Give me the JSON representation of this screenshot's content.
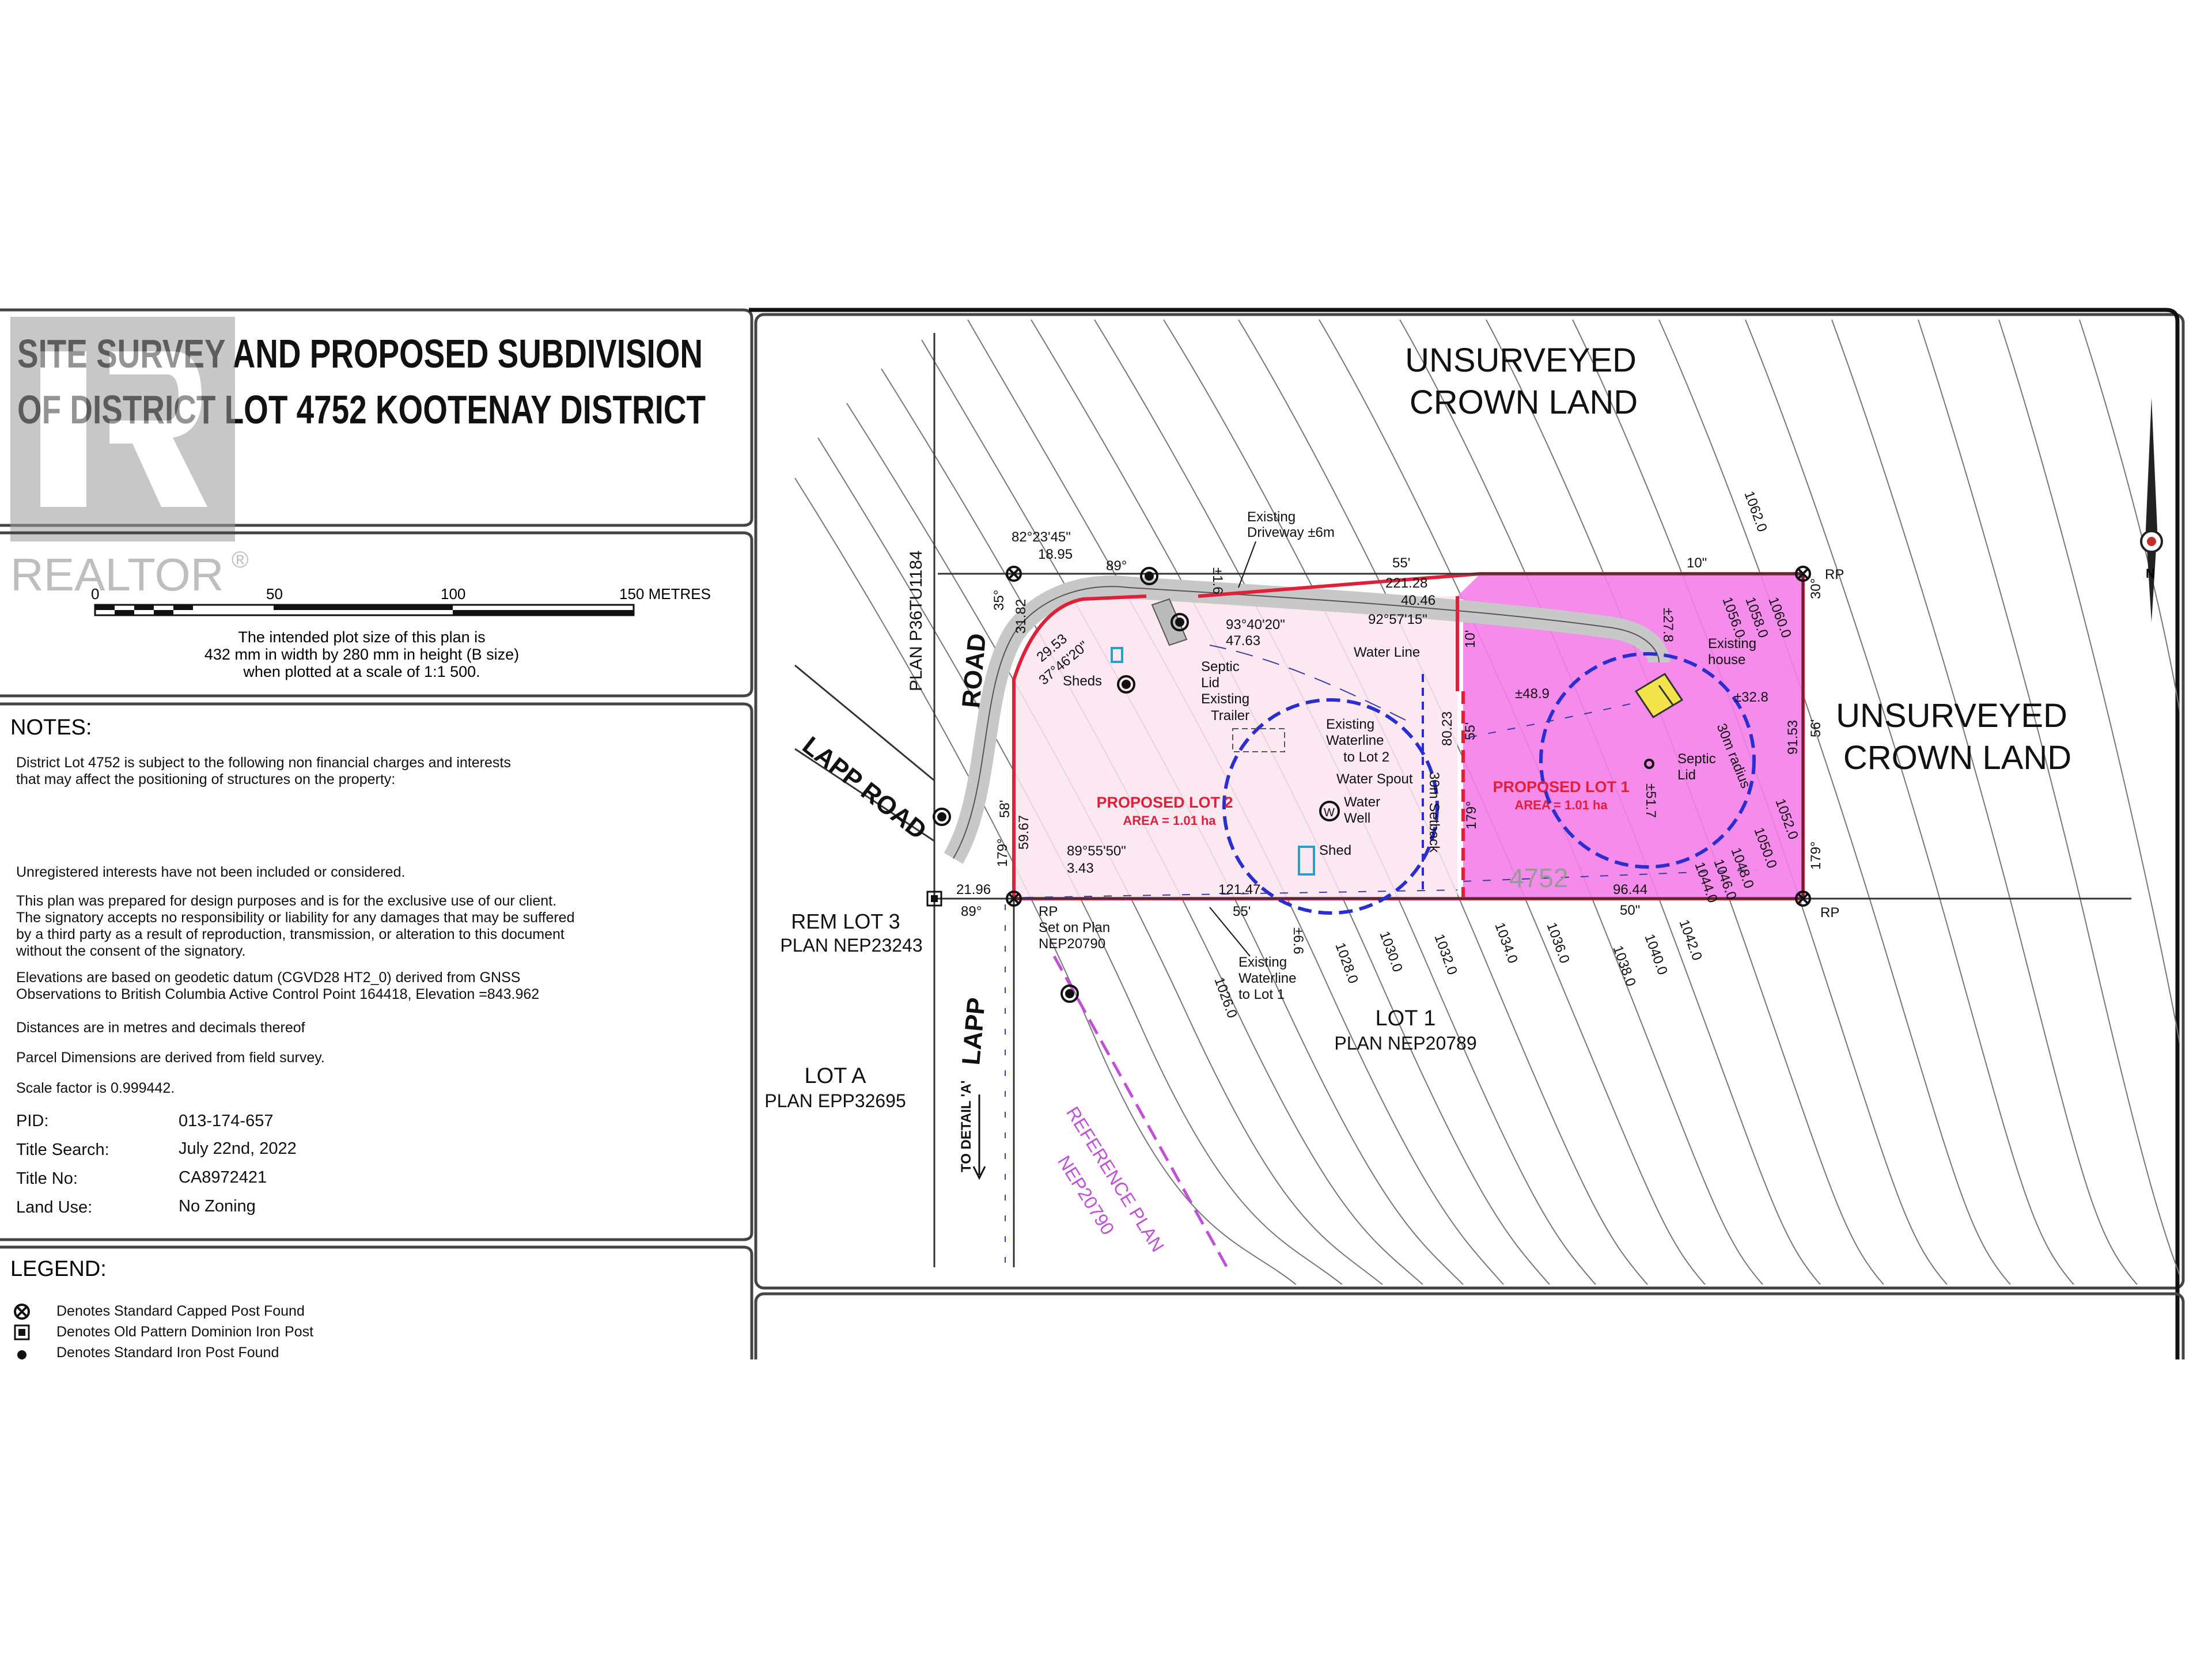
{
  "title": {
    "line1": "SITE SURVEY AND PROPOSED SUBDIVISION",
    "line2": "OF DISTRICT LOT 4752 KOOTENAY DISTRICT"
  },
  "watermark": {
    "text": "REALTOR",
    "reg": "®"
  },
  "scale_bar": {
    "ticks": [
      "0",
      "50",
      "100",
      "150 METRES"
    ],
    "plot_note_1": "The intended plot size of this plan is",
    "plot_note_2": "432 mm in width by 280 mm in height (B size)",
    "plot_note_3": "when plotted at a scale of 1:1 500."
  },
  "notes": {
    "heading": "NOTES:",
    "p1": "District Lot 4752 is subject to the following non financial charges and interests\nthat may affect the positioning of structures on the property:",
    "p2": "Unregistered interests have not been included or considered.",
    "p3": "This plan was prepared for design purposes and is for the exclusive use of our client.\nThe signatory accepts no responsibility or liability for any damages that may be suffered\nby a third party as a result of reproduction, transmission, or alteration to this document\nwithout the consent of the signatory.",
    "p4": "Elevations are based on geodetic datum (CGVD28 HT2_0) derived from GNSS\nObservations to British Columbia Active Control Point 164418, Elevation =843.962",
    "p5": "Distances are in metres and decimals thereof",
    "p6": "Parcel Dimensions are derived from field survey.",
    "p7": "Scale factor is 0.999442.",
    "pid_label": "PID:",
    "pid_value": "013-174-657",
    "search_label": "Title Search:",
    "search_value": "July 22nd, 2022",
    "title_no_label": "Title No:",
    "title_no_value": "CA8972421",
    "land_use_label": "Land Use:",
    "land_use_value": "No Zoning"
  },
  "legend": {
    "heading": "LEGEND:",
    "item1": "Denotes Standard Capped Post Found",
    "item2": "Denotes Old Pattern Dominion Iron Post",
    "item3": "Denotes Standard Iron Post Found"
  },
  "map": {
    "crown_land_top_1": "UNSURVEYED",
    "crown_land_top_2": "CROWN LAND",
    "crown_land_right_1": "UNSURVEYED",
    "crown_land_right_2": "CROWN LAND",
    "lot2_title": "PROPOSED LOT 2",
    "lot2_area": "AREA = 1.01 ha",
    "lot1_title": "PROPOSED LOT 1",
    "lot1_area": "AREA = 1.01 ha",
    "district_lot": "4752",
    "rem_lot3_1": "REM LOT 3",
    "rem_lot3_2": "PLAN NEP23243",
    "lot_a_1": "LOT A",
    "lot_a_2": "PLAN EPP32695",
    "lot1_plan_1": "LOT 1",
    "lot1_plan_2": "PLAN NEP20789",
    "lapp_road_1": "LAPP ROAD",
    "road_label": "ROAD",
    "lapp_label": "LAPP",
    "plan_p36": "PLAN P36TU1184",
    "to_detail": "TO DETAIL 'A'",
    "reference_plan": "REFERENCE PLAN",
    "nep20790": "NEP20790",
    "north": "N",
    "labels": {
      "existing_driveway_1": "Existing",
      "existing_driveway_2": "Driveway ±6m",
      "bearing_82": "82°23'45\"",
      "dist_1895": "18.95",
      "deg89_top": "89°",
      "pm16": "±1.6",
      "dist_55_top": "55'",
      "dist_22128": "221.28",
      "dist_4046": "40.46",
      "bearing_92": "92°57'15\"",
      "deg10_top": "10\"",
      "rp_top": "RP",
      "bearing_93": "93°40'20\"",
      "dist_4763": "47.63",
      "water_line": "Water Line",
      "existing_house_1": "Existing",
      "existing_house_2": "house",
      "pm278": "±27.8",
      "pm489": "±48.9",
      "pm328": "±32.8",
      "septic_lid_a1": "Septic",
      "septic_lid_a2": "Lid",
      "existing_trailer_1": "Existing",
      "existing_trailer_2": "Trailer",
      "sheds": "Sheds",
      "dist_2953": "29.53",
      "bearing_37": "37°46'20\"",
      "deg35": "35°",
      "dist_3182": "31.82",
      "existing_wl_1": "Existing",
      "existing_wl_2": "Waterline",
      "existing_wl_3": "to Lot 2",
      "water_spout": "Water Spout",
      "water_well_1": "Water",
      "water_well_2": "Well",
      "shed": "Shed",
      "setback_30": "30m Setback",
      "radius_30": "30m radius",
      "dist_8023": "80.23",
      "deg55_mid": "55'",
      "deg10_mid": "10'",
      "deg179_mid": "179°",
      "deg58": "58'",
      "deg179_left": "179°",
      "dist_5967": "59.67",
      "bearing_89": "89°55'50\"",
      "dist_343": "3.43",
      "septic_lid_b1": "Septic",
      "septic_lid_b2": "Lid",
      "pm517": "±51.7",
      "deg30": "30°",
      "dist_9153": "91.53",
      "deg56": "56'",
      "deg179_right": "179°",
      "dist_2196": "21.96",
      "deg89_bot": "89°",
      "dist_12147": "121.47",
      "deg55_bot": "55'",
      "dist_9644": "96.44",
      "deg50_bot": "50\"",
      "rp_bot": "RP",
      "rp_set_1": "RP",
      "rp_set_2": "Set on Plan",
      "rp_set_3": "NEP20790",
      "existing_wl1_1": "Existing",
      "existing_wl1_2": "Waterline",
      "existing_wl1_3": "to Lot 1",
      "pm66": "±6.6",
      "wl_w": "W"
    },
    "contours": [
      "1062.0",
      "1060.0",
      "1058.0",
      "1056.0",
      "1052.0",
      "1050.0",
      "1048.0",
      "1046.0",
      "1044.0",
      "1042.0",
      "1040.0",
      "1038.0",
      "1036.0",
      "1034.0",
      "1032.0",
      "1030.0",
      "1028.0",
      "1026.0"
    ]
  },
  "colors": {
    "lot1_fill": "#f47ee8",
    "lot2_fill": "#fbe4ee",
    "boundary": "#e0203a",
    "circle": "#2a2ed0",
    "driveway": "#c8c8c8",
    "reference": "#c050d8",
    "lot_text": "#e0203a"
  }
}
